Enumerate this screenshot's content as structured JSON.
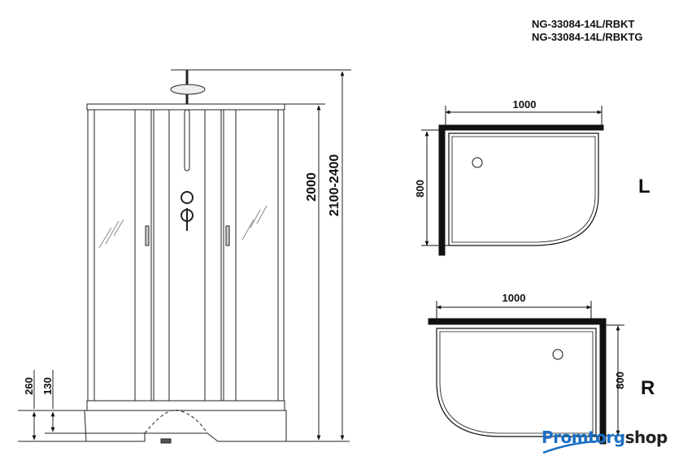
{
  "models": [
    "NG-33084-14L/RBKT",
    "NG-33084-14L/RBKTG"
  ],
  "front_view": {
    "height_cabin": "2000",
    "height_total": "2100-2400",
    "tray_height": "260",
    "tray_step": "130"
  },
  "plan_left": {
    "width": "1000",
    "depth": "800",
    "side": "L"
  },
  "plan_right": {
    "width": "1000",
    "depth": "800",
    "side": "R"
  },
  "logo": {
    "part1": "Promtorg",
    "part2": "shop"
  }
}
